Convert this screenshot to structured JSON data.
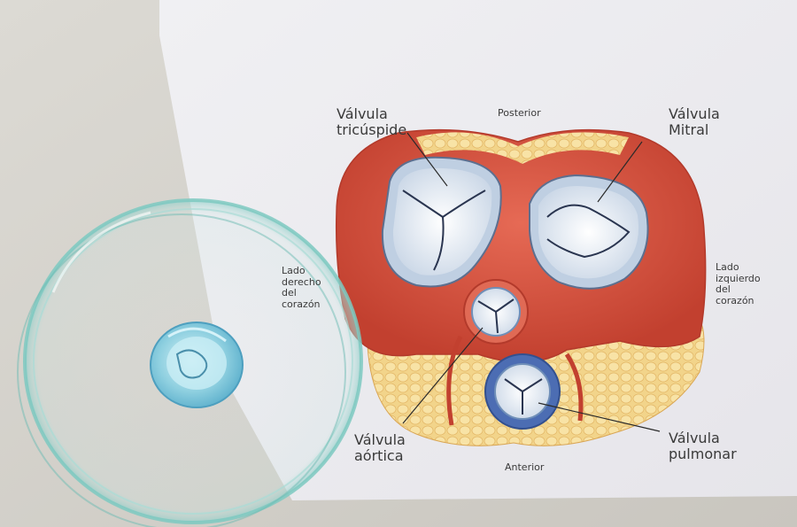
{
  "labels": {
    "posterior": "Posterior",
    "anterior": "Anterior",
    "tricuspid": [
      "Válvula",
      "tricúspide"
    ],
    "mitral": [
      "Válvula",
      "Mitral"
    ],
    "aortic": [
      "Válvula",
      "aórtica"
    ],
    "pulmonary": [
      "Válvula",
      "pulmonar"
    ],
    "right_side": [
      "Lado",
      "derecho",
      "del",
      "corazón"
    ],
    "left_side": [
      "Lado",
      "izquierdo",
      "del",
      "corazón"
    ]
  },
  "colors": {
    "paper": "#ecebf0",
    "muscle": "#d9543f",
    "fat": "#f2d48a",
    "valve_white": "#f4f6f8",
    "valve_blue": "#5d7fc0",
    "petri_tint": "#9fd8d6",
    "hydrogel": "#8fd0e0"
  }
}
